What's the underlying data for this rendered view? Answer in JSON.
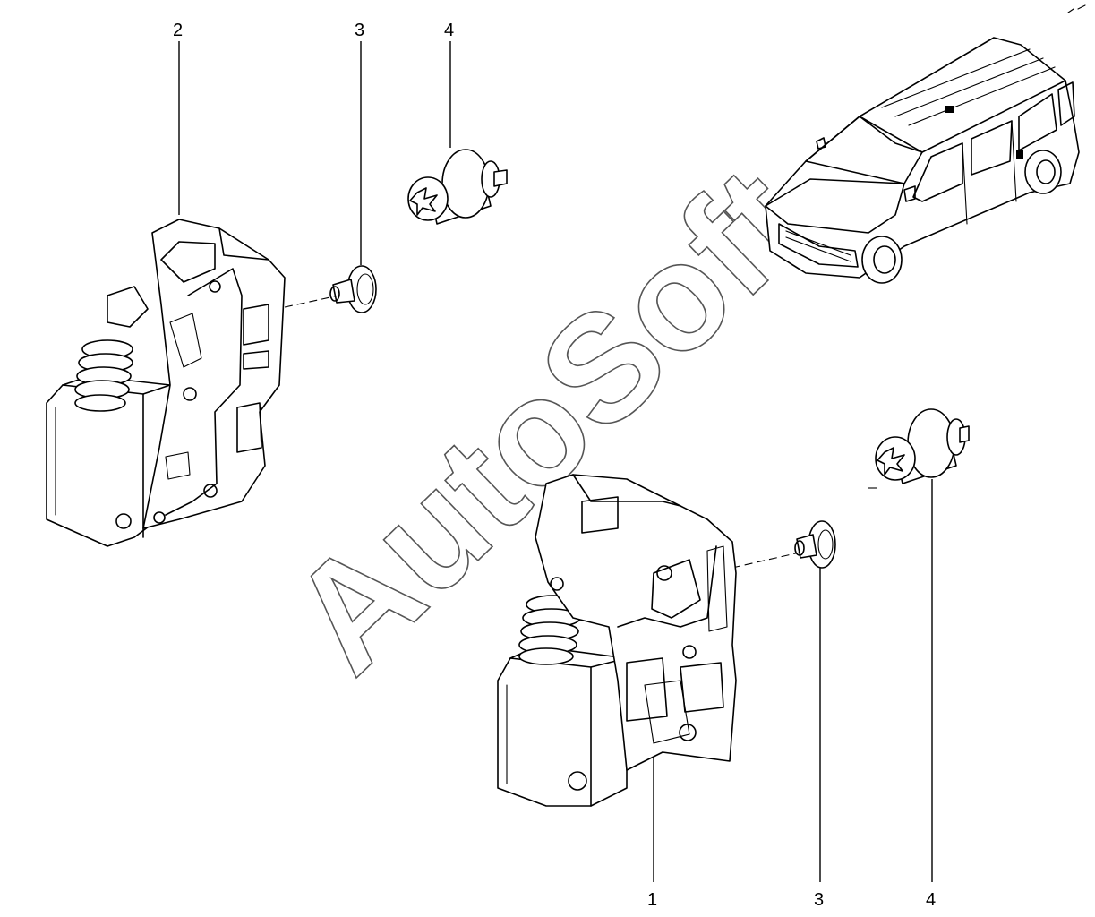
{
  "watermark": "AutoSoft",
  "callouts": [
    {
      "id": "callout-2-top",
      "label": "2"
    },
    {
      "id": "callout-3-top",
      "label": "3"
    },
    {
      "id": "callout-4-top",
      "label": "4"
    },
    {
      "id": "callout-1-bottom",
      "label": "1"
    },
    {
      "id": "callout-3-bottom",
      "label": "3"
    },
    {
      "id": "callout-4-bottom",
      "label": "4"
    }
  ],
  "icons": [
    "door-lock-actuator-icon",
    "washer-bolt-icon",
    "torx-screw-icon",
    "minivan-icon"
  ]
}
